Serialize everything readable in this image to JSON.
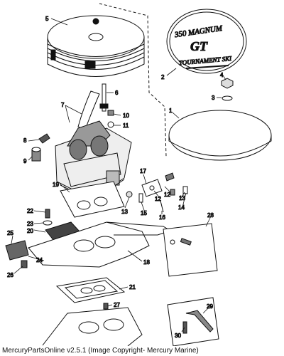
{
  "badge": {
    "line1": "350 MAGNUM",
    "line2": "TOURNAMENT SKI",
    "logo": "GT"
  },
  "callouts": [
    "1",
    "2",
    "3",
    "4",
    "5",
    "6",
    "7",
    "8",
    "9",
    "10",
    "11",
    "12",
    "13",
    "13",
    "14",
    "14",
    "15",
    "16",
    "17",
    "18",
    "19",
    "20",
    "21",
    "22",
    "23",
    "24",
    "25",
    "26",
    "27",
    "28",
    "29",
    "30"
  ],
  "caption": "MercuryPartsOnline v2.5.1 (Image Copyright- Mercury Marine)"
}
